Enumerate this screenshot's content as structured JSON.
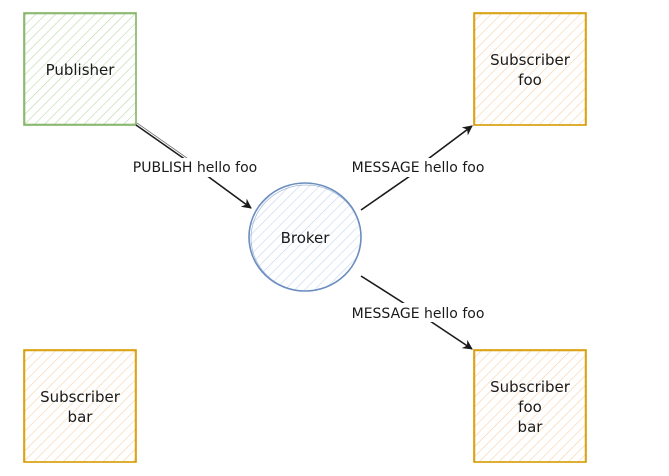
{
  "nodes": {
    "publisher": {
      "label_lines": [
        "Publisher"
      ],
      "stroke": "#82b366",
      "fill": "#d5e8d4"
    },
    "subscriber_foo": {
      "label_lines": [
        "Subscriber",
        "foo"
      ],
      "stroke": "#d79b00",
      "fill": "#ffe6cc"
    },
    "broker": {
      "label_lines": [
        "Broker"
      ],
      "stroke": "#6c8ebf",
      "fill": "#dae8fc"
    },
    "subscriber_bar": {
      "label_lines": [
        "Subscriber",
        "bar"
      ],
      "stroke": "#d79b00",
      "fill": "#ffe6cc"
    },
    "subscriber_foo_bar": {
      "label_lines": [
        "Subscriber",
        "foo",
        "bar"
      ],
      "stroke": "#d79b00",
      "fill": "#ffe6cc"
    }
  },
  "edges": {
    "publish": {
      "label": "PUBLISH hello foo"
    },
    "message_foo": {
      "label": "MESSAGE hello foo"
    },
    "message_foo_bar": {
      "label": "MESSAGE hello foo"
    }
  },
  "colors": {
    "edge": "#1a1a1a"
  }
}
